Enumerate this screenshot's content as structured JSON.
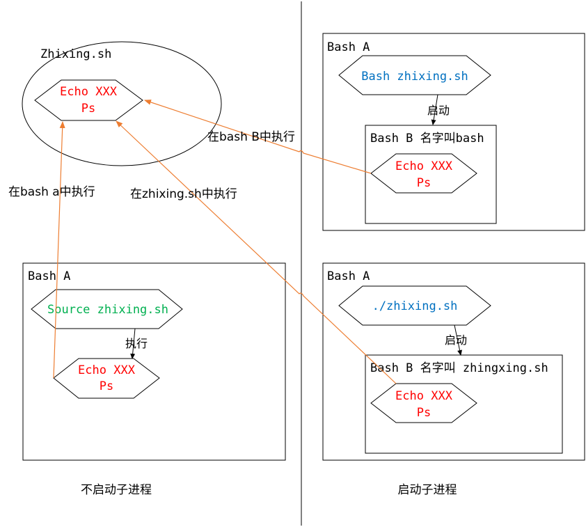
{
  "colors": {
    "line": "#000000",
    "echo_text": "#ff0000",
    "command_blue": "#0070c0",
    "command_green": "#00b050",
    "arrow_orange": "#ed7d31",
    "label_black": "#000000"
  },
  "left": {
    "circle": {
      "title": "Zhixing.sh",
      "node": {
        "line1": "Echo XXX",
        "line2": "Ps"
      }
    },
    "label_a": "在bash a中执行",
    "label_zhixing": "在zhixing.sh中执行",
    "bash_box": {
      "title": "Bash A",
      "command": "Source zhixing.sh",
      "exec_label": "执行",
      "node": {
        "line1": "Echo XXX",
        "line2": "Ps"
      }
    },
    "caption": "不启动子进程"
  },
  "right": {
    "label_b": "在bash B中执行",
    "top_box": {
      "title": "Bash A",
      "command": "Bash zhixing.sh",
      "start_label": "启动",
      "inner": {
        "title": "Bash B 名字叫bash",
        "node": {
          "line1": "Echo XXX",
          "line2": "Ps"
        }
      }
    },
    "bottom_box": {
      "title": "Bash A",
      "command": "./zhixing.sh",
      "start_label": "启动",
      "inner": {
        "title": "Bash B 名字叫 zhingxing.sh",
        "node": {
          "line1": "Echo XXX",
          "line2": "Ps"
        }
      }
    },
    "caption": "启动子进程"
  }
}
